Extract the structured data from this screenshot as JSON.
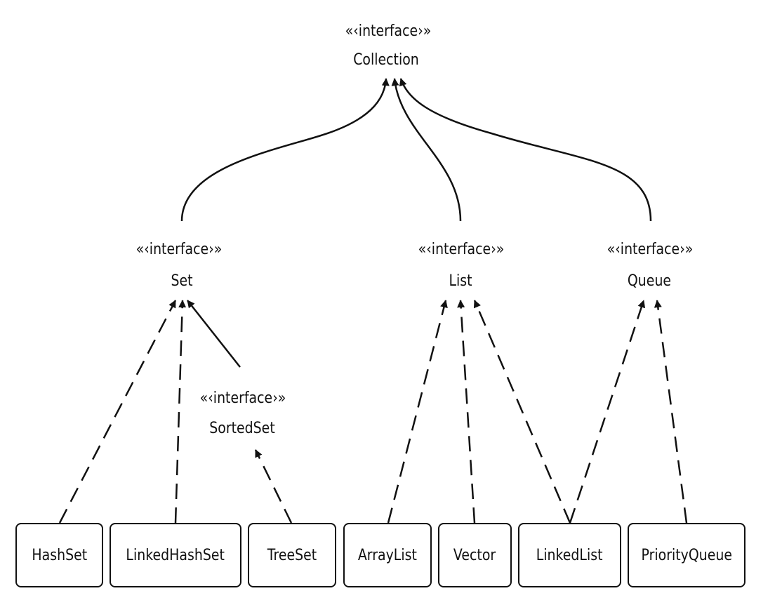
{
  "diagram": {
    "title": "Java Collection Framework hierarchy",
    "stereotype": "<<interface>>",
    "interfaces": [
      {
        "id": "collection",
        "stereotype": "«‹interface›»",
        "name": "Collection"
      },
      {
        "id": "set",
        "stereotype": "«‹interface›»",
        "name": "Set"
      },
      {
        "id": "list",
        "stereotype": "«‹interface›»",
        "name": "List"
      },
      {
        "id": "queue",
        "stereotype": "«‹interface›»",
        "name": "Queue"
      },
      {
        "id": "sortedset",
        "stereotype": "«‹interface›»",
        "name": "SortedSet"
      }
    ],
    "classes": [
      {
        "id": "hashset",
        "name": "HashSet"
      },
      {
        "id": "linkedhashset",
        "name": "LinkedHashSet"
      },
      {
        "id": "treeset",
        "name": "TreeSet"
      },
      {
        "id": "arraylist",
        "name": "ArrayList"
      },
      {
        "id": "vector",
        "name": "Vector"
      },
      {
        "id": "linkedlist",
        "name": "LinkedList"
      },
      {
        "id": "priorityqueue",
        "name": "PriorityQueue"
      }
    ],
    "edges": [
      {
        "from": "set",
        "to": "collection",
        "type": "extends"
      },
      {
        "from": "list",
        "to": "collection",
        "type": "extends"
      },
      {
        "from": "queue",
        "to": "collection",
        "type": "extends"
      },
      {
        "from": "sortedset",
        "to": "set",
        "type": "extends"
      },
      {
        "from": "hashset",
        "to": "set",
        "type": "implements"
      },
      {
        "from": "linkedhashset",
        "to": "set",
        "type": "implements"
      },
      {
        "from": "treeset",
        "to": "sortedset",
        "type": "implements"
      },
      {
        "from": "arraylist",
        "to": "list",
        "type": "implements"
      },
      {
        "from": "vector",
        "to": "list",
        "type": "implements"
      },
      {
        "from": "linkedlist",
        "to": "list",
        "type": "implements"
      },
      {
        "from": "linkedlist",
        "to": "queue",
        "type": "implements"
      },
      {
        "from": "priorityqueue",
        "to": "queue",
        "type": "implements"
      }
    ]
  }
}
